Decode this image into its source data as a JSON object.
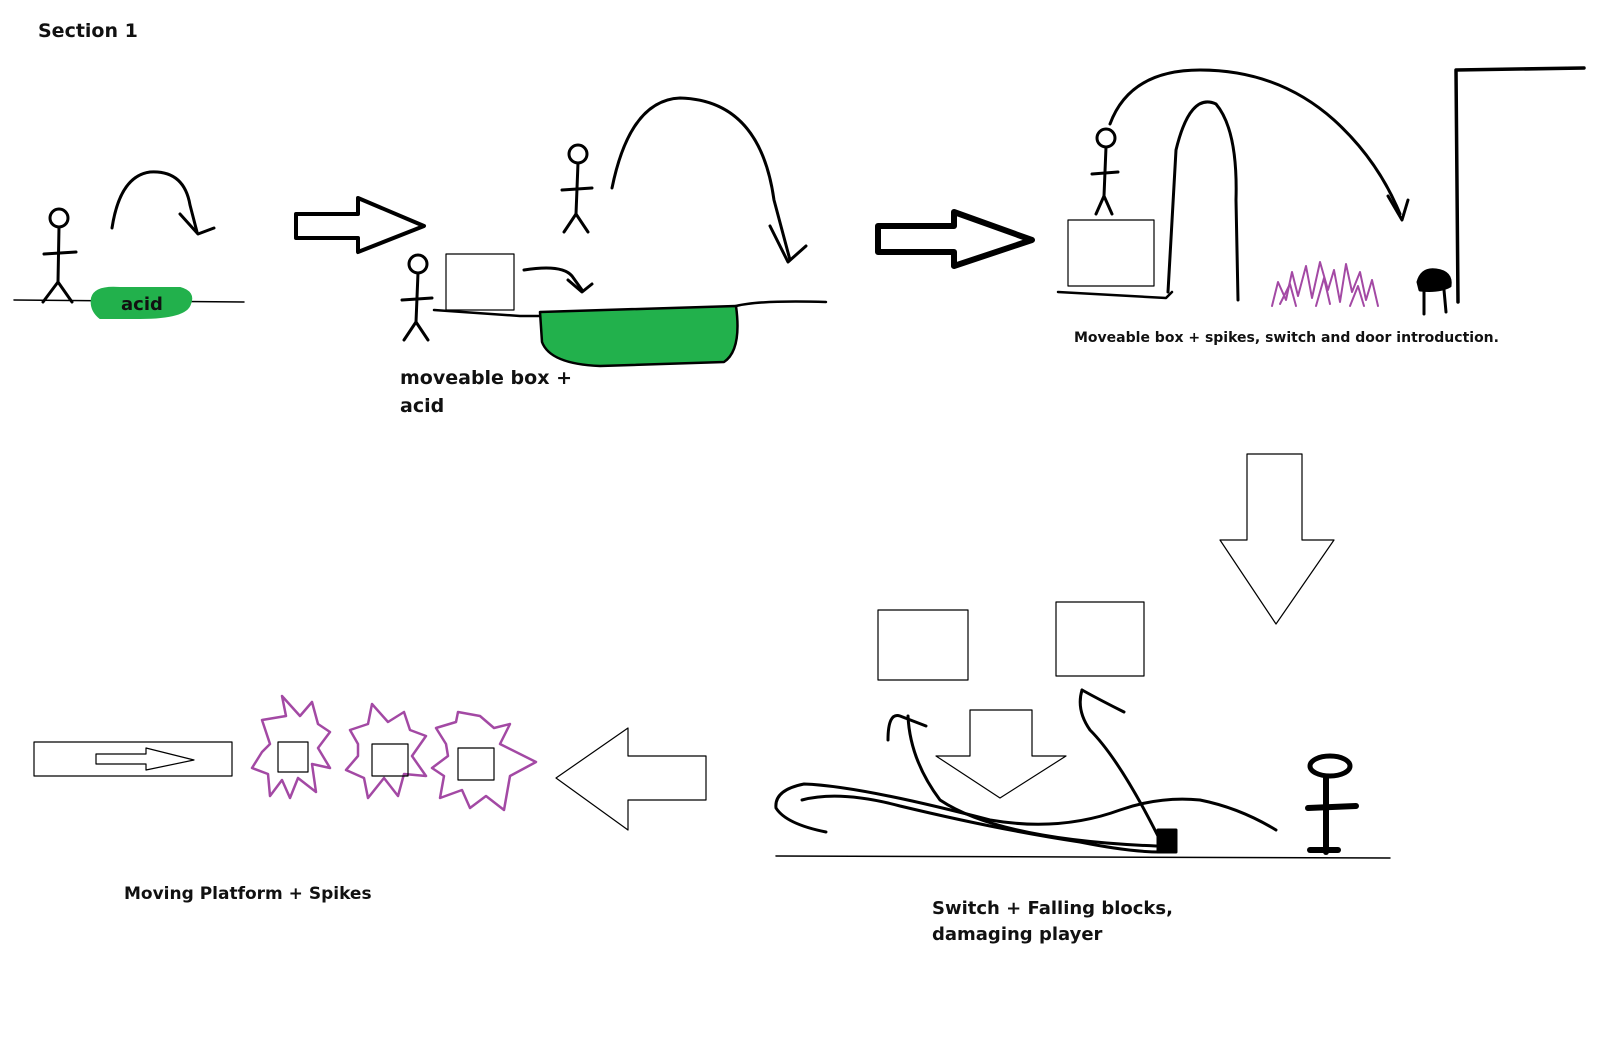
{
  "title": "Section 1",
  "labels": {
    "acid": "acid",
    "scene2_caption": "moveable box + acid",
    "scene3_caption": "Moveable box + spikes, switch and door introduction.",
    "scene4_caption": "Switch + Falling blocks, damaging player",
    "scene5_caption": "Moving Platform + Spikes"
  },
  "colors": {
    "acid": "#22b14c",
    "spikes": "#a349a4",
    "ink": "#000000",
    "background": "#ffffff"
  }
}
